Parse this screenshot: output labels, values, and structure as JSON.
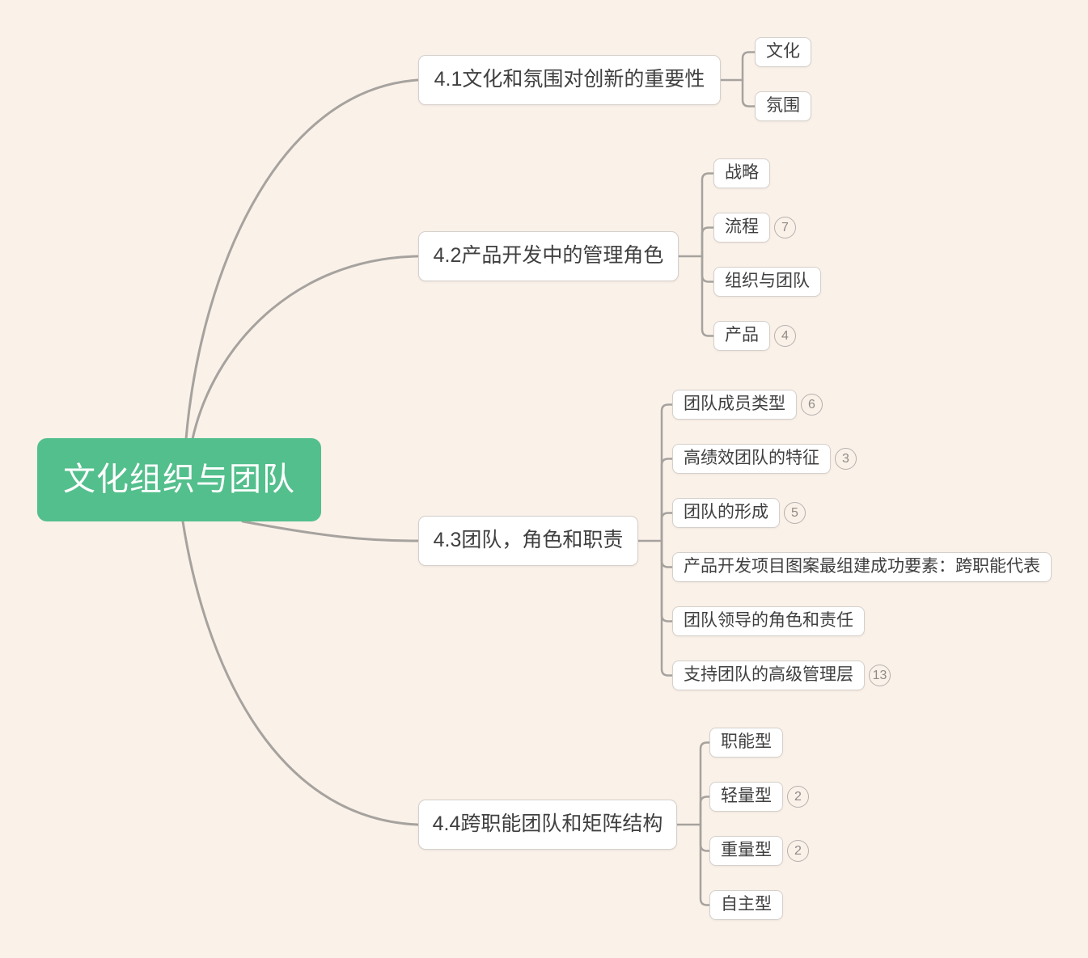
{
  "root": {
    "label": "文化组织与团队"
  },
  "branches": [
    {
      "label": "4.1文化和氛围对创新的重要性",
      "children": [
        {
          "label": "文化"
        },
        {
          "label": "氛围"
        }
      ]
    },
    {
      "label": "4.2产品开发中的管理角色",
      "children": [
        {
          "label": "战略"
        },
        {
          "label": "流程",
          "badge": "7"
        },
        {
          "label": "组织与团队"
        },
        {
          "label": "产品",
          "badge": "4"
        }
      ]
    },
    {
      "label": "4.3团队，角色和职责",
      "children": [
        {
          "label": "团队成员类型",
          "badge": "6"
        },
        {
          "label": "高绩效团队的特征",
          "badge": "3"
        },
        {
          "label": "团队的形成",
          "badge": "5"
        },
        {
          "label": "产品开发项目图案最组建成功要素：跨职能代表"
        },
        {
          "label": "团队领导的角色和责任"
        },
        {
          "label": "支持团队的高级管理层",
          "badge": "13"
        }
      ]
    },
    {
      "label": "4.4跨职能团队和矩阵结构",
      "children": [
        {
          "label": "职能型"
        },
        {
          "label": "轻量型",
          "badge": "2"
        },
        {
          "label": "重量型",
          "badge": "2"
        },
        {
          "label": "自主型"
        }
      ]
    }
  ],
  "colors": {
    "background": "#faf1e9",
    "root_fill": "#53bf8c",
    "root_text": "#ffffff",
    "node_fill": "#ffffff",
    "node_border": "#d4d0cb",
    "node_text": "#3f3f3f",
    "connector": "#a6a29e",
    "badge_border": "#b5b1ad",
    "badge_text": "#8f8b87"
  }
}
